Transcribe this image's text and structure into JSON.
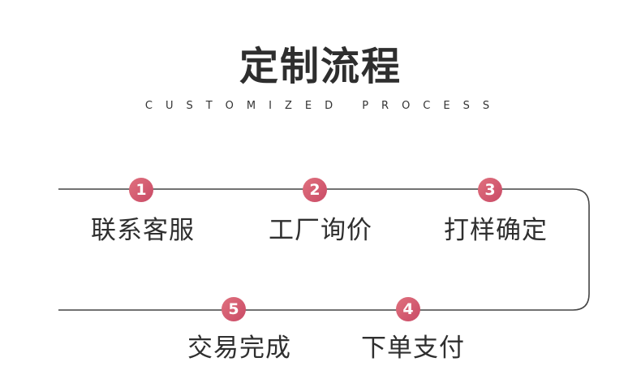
{
  "title": "定制流程",
  "subtitle": "CUSTOMIZED PROCESS",
  "steps": [
    {
      "number": "1",
      "label": "联系客服"
    },
    {
      "number": "2",
      "label": "工厂询价"
    },
    {
      "number": "3",
      "label": "打样确定"
    },
    {
      "number": "4",
      "label": "下单支付"
    },
    {
      "number": "5",
      "label": "交易完成"
    }
  ],
  "colors": {
    "badge_start": "#e0717e",
    "badge_end": "#c94a66",
    "line": "#444444",
    "text": "#2f2f2f"
  }
}
